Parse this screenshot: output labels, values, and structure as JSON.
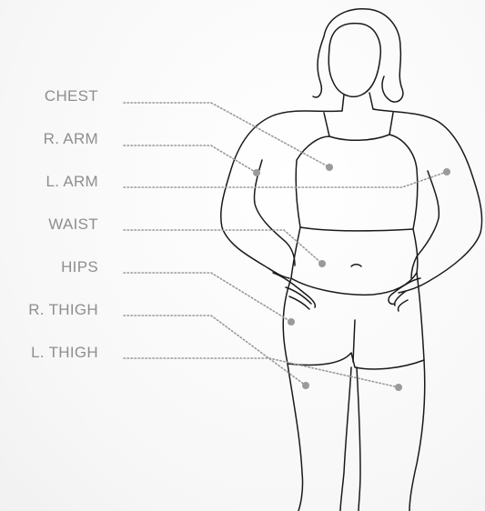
{
  "labels": {
    "chest": "CHEST",
    "r_arm": "R. ARM",
    "l_arm": "L. ARM",
    "waist": "WAIST",
    "hips": "HIPS",
    "r_thigh": "R. THIGH",
    "l_thigh": "L. THIGH"
  },
  "colors": {
    "label_text": "#8e8e8e",
    "leader_line": "#9a9a9a",
    "marker": "#9a9a9a",
    "outline": "#1a1a1a"
  }
}
